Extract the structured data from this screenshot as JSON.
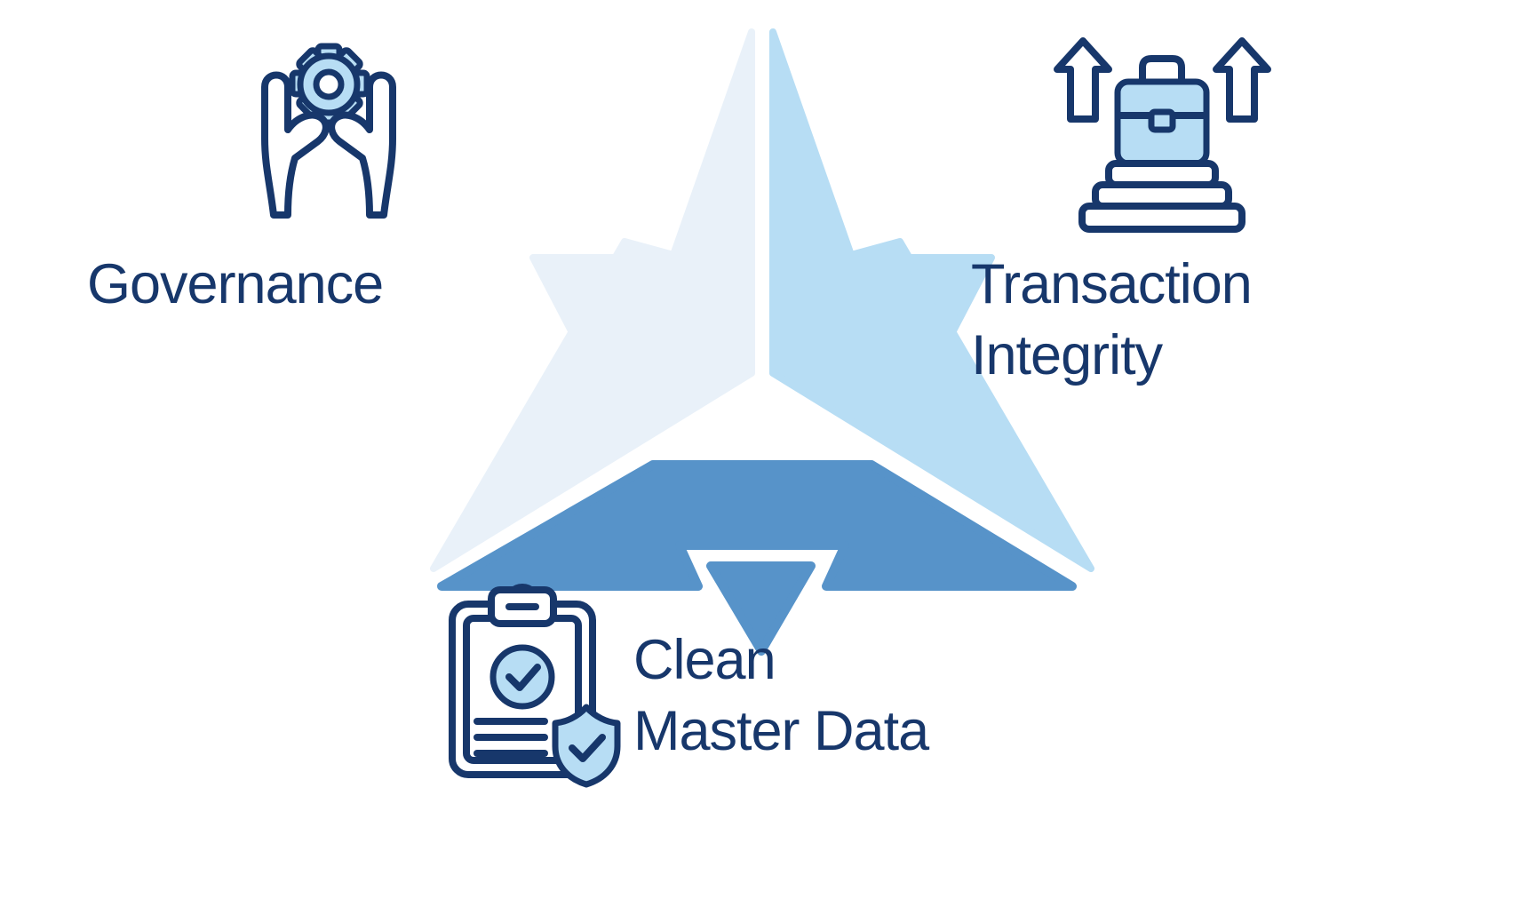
{
  "diagram": {
    "labels": {
      "governance": {
        "text": "Governance"
      },
      "transaction_integrity": {
        "line1": "Transaction",
        "line2": "Integrity"
      },
      "clean_master_data": {
        "line1": "Clean",
        "line2": "Master Data"
      }
    },
    "icons": [
      {
        "name": "hands-holding-gear-icon",
        "label_for": "Governance"
      },
      {
        "name": "briefcase-podium-growth-icon",
        "label_for": "Transaction Integrity"
      },
      {
        "name": "clipboard-check-shield-icon",
        "label_for": "Clean Master Data"
      }
    ],
    "triangle_segments": [
      {
        "side": "left",
        "color_role": "pale"
      },
      {
        "side": "right",
        "color_role": "light"
      },
      {
        "side": "bottom",
        "color_role": "mid"
      }
    ]
  },
  "colors": {
    "navy": "#17376B",
    "pale": "#E9F1F9",
    "light": "#B7DDF4",
    "mid": "#5793C9",
    "bg": "#FFFFFF"
  }
}
